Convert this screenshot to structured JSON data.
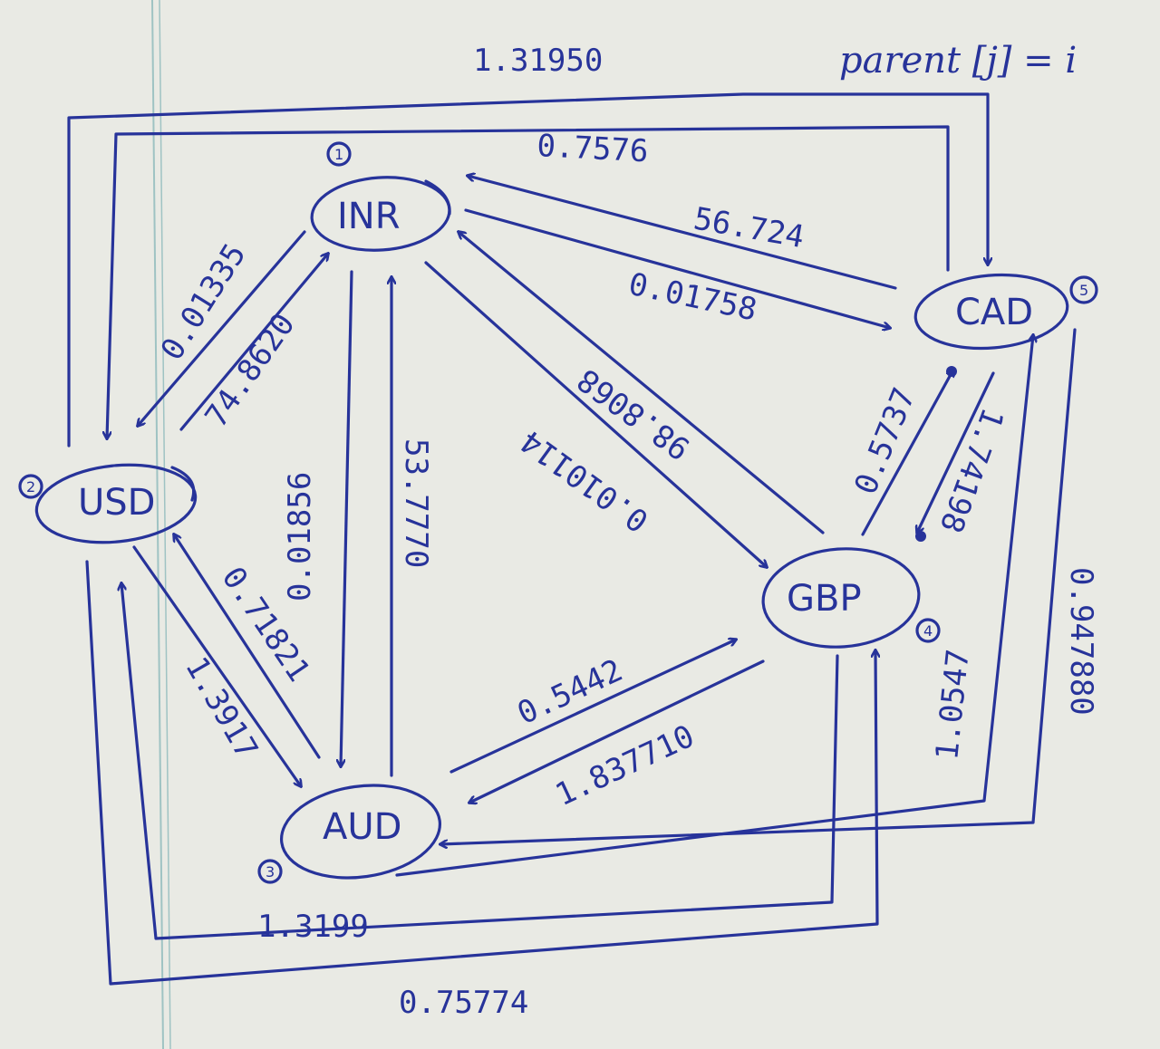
{
  "nodes": {
    "inr": {
      "name": "INR",
      "index": "1"
    },
    "usd": {
      "name": "USD",
      "index": "2"
    },
    "aud": {
      "name": "AUD",
      "index": "3"
    },
    "gbp": {
      "name": "GBP",
      "index": "4"
    },
    "cad": {
      "name": "CAD",
      "index": "5"
    }
  },
  "edges": {
    "usd_to_cad": {
      "from": "USD",
      "to": "CAD",
      "rate": "1.31950"
    },
    "cad_to_usd": {
      "from": "CAD",
      "to": "USD",
      "rate": "0.7576"
    },
    "cad_to_inr": {
      "from": "CAD",
      "to": "INR",
      "rate": "56.724"
    },
    "inr_to_cad": {
      "from": "INR",
      "to": "CAD",
      "rate": "0.01758"
    },
    "inr_to_usd": {
      "from": "INR",
      "to": "USD",
      "rate": "0.01335"
    },
    "usd_to_inr": {
      "from": "USD",
      "to": "INR",
      "rate": "74.8620"
    },
    "inr_to_aud": {
      "from": "INR",
      "to": "AUD",
      "rate": "0.01856"
    },
    "aud_to_inr": {
      "from": "AUD",
      "to": "INR",
      "rate": "53.7770"
    },
    "gbp_to_inr": {
      "from": "GBP",
      "to": "INR",
      "rate": "98.8068"
    },
    "inr_to_gbp": {
      "from": "INR",
      "to": "GBP",
      "rate": "0.010114"
    },
    "gbp_to_cad": {
      "from": "GBP",
      "to": "CAD",
      "rate": "0.5737"
    },
    "cad_to_gbp": {
      "from": "CAD",
      "to": "GBP",
      "rate": "1.74198"
    },
    "aud_to_usd": {
      "from": "AUD",
      "to": "USD",
      "rate": "0.71821"
    },
    "usd_to_aud": {
      "from": "USD",
      "to": "AUD",
      "rate": "1.3917"
    },
    "aud_to_gbp": {
      "from": "AUD",
      "to": "GBP",
      "rate": "0.5442"
    },
    "gbp_to_aud": {
      "from": "GBP",
      "to": "AUD",
      "rate": "1.837710"
    },
    "aud_to_cad": {
      "from": "AUD",
      "to": "CAD",
      "rate": "1.0547"
    },
    "cad_to_aud": {
      "from": "CAD",
      "to": "AUD",
      "rate": "0.947880"
    },
    "gbp_to_usd": {
      "from": "GBP",
      "to": "USD",
      "rate": "1.3199"
    },
    "usd_to_gbp": {
      "from": "USD",
      "to": "GBP",
      "rate": "0.75774"
    }
  },
  "note": "parent [j] = i",
  "colors": {
    "ink": "#27339a",
    "paper": "#e9eae4",
    "margin_line": "#9fc3c3"
  }
}
